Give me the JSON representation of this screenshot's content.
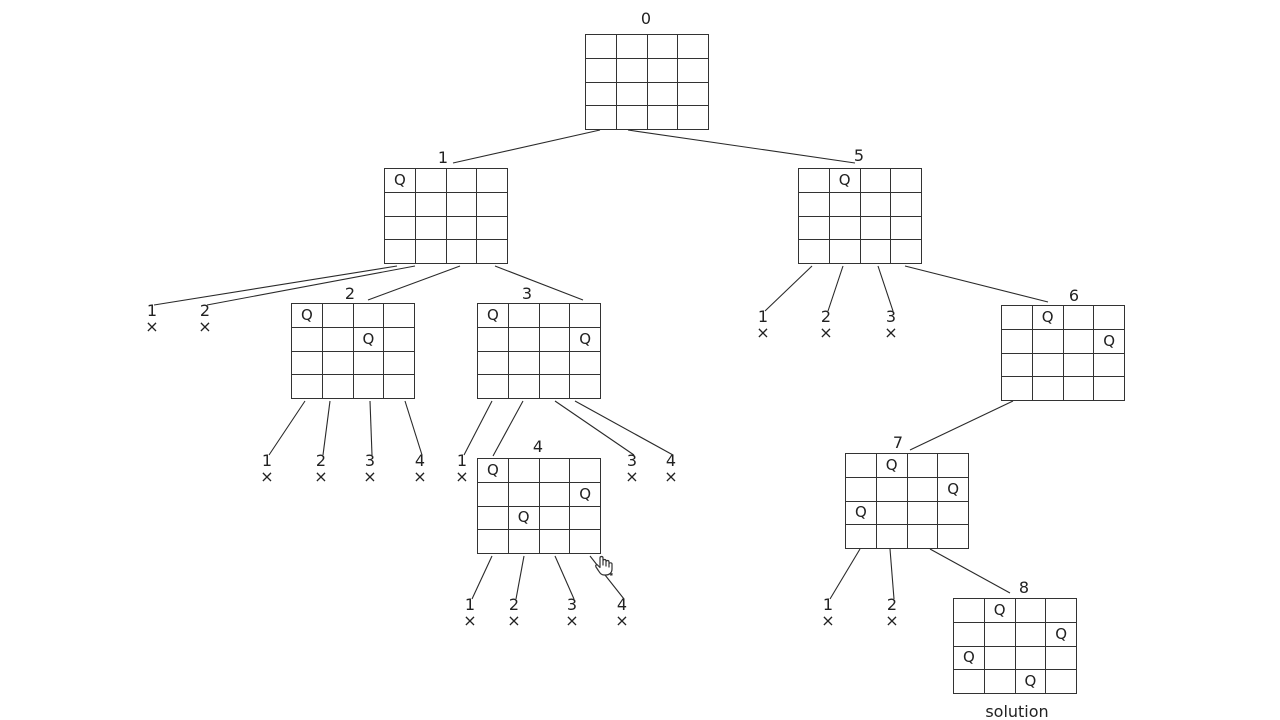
{
  "nodes": [
    {
      "id": "0",
      "label": "0",
      "queens": []
    },
    {
      "id": "1",
      "label": "1",
      "queens": [
        [
          0,
          0
        ]
      ]
    },
    {
      "id": "2",
      "label": "2",
      "queens": [
        [
          0,
          0
        ],
        [
          1,
          2
        ]
      ]
    },
    {
      "id": "3",
      "label": "3",
      "queens": [
        [
          0,
          0
        ],
        [
          1,
          3
        ]
      ]
    },
    {
      "id": "4",
      "label": "4",
      "queens": [
        [
          0,
          0
        ],
        [
          1,
          3
        ],
        [
          2,
          1
        ]
      ]
    },
    {
      "id": "5",
      "label": "5",
      "queens": [
        [
          0,
          1
        ]
      ]
    },
    {
      "id": "6",
      "label": "6",
      "queens": [
        [
          0,
          1
        ],
        [
          1,
          3
        ]
      ]
    },
    {
      "id": "7",
      "label": "7",
      "queens": [
        [
          0,
          1
        ],
        [
          1,
          3
        ],
        [
          2,
          0
        ]
      ]
    },
    {
      "id": "8",
      "label": "8",
      "queens": [
        [
          0,
          1
        ],
        [
          1,
          3
        ],
        [
          2,
          0
        ],
        [
          3,
          2
        ]
      ]
    }
  ],
  "queen_symbol": "Q",
  "dead_mark": "×",
  "dead_ends": [
    {
      "parent": "1",
      "label": "1"
    },
    {
      "parent": "1",
      "label": "2"
    },
    {
      "parent": "2",
      "label": "1"
    },
    {
      "parent": "2",
      "label": "2"
    },
    {
      "parent": "2",
      "label": "3"
    },
    {
      "parent": "2",
      "label": "4"
    },
    {
      "parent": "3",
      "label": "1"
    },
    {
      "parent": "3",
      "label": "3"
    },
    {
      "parent": "3",
      "label": "4"
    },
    {
      "parent": "4",
      "label": "1"
    },
    {
      "parent": "4",
      "label": "2"
    },
    {
      "parent": "4",
      "label": "3"
    },
    {
      "parent": "4",
      "label": "4"
    },
    {
      "parent": "5",
      "label": "1"
    },
    {
      "parent": "5",
      "label": "2"
    },
    {
      "parent": "5",
      "label": "3"
    },
    {
      "parent": "7",
      "label": "1"
    },
    {
      "parent": "7",
      "label": "2"
    }
  ],
  "tree_edges": [
    [
      "0",
      "1"
    ],
    [
      "0",
      "5"
    ],
    [
      "1",
      "2"
    ],
    [
      "1",
      "3"
    ],
    [
      "3",
      "4"
    ],
    [
      "5",
      "6"
    ],
    [
      "6",
      "7"
    ],
    [
      "7",
      "8"
    ]
  ],
  "solution_label": "solution",
  "cursor_icon": "hand-pointer-icon"
}
